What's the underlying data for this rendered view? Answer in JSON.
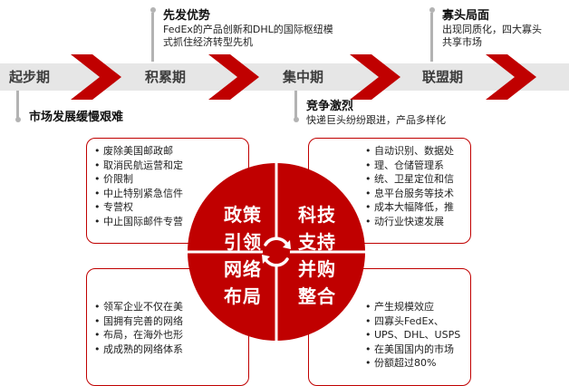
{
  "stages": [
    "起步期",
    "积累期",
    "集中期",
    "联盟期"
  ],
  "annotations": {
    "advantage": {
      "title": "先发优势",
      "lines": [
        "FedEx的产品创新和DHL的国际枢纽模",
        "式抓住经济转型先机"
      ]
    },
    "peak": {
      "title": "寡头局面",
      "lines": [
        "出现同质化，四大寡头",
        "共享市场"
      ]
    },
    "slow": {
      "title": "市场发展缓慢艰难",
      "lines": []
    },
    "competition": {
      "title": "竞争激烈",
      "lines": [
        "快递巨头纷纷跟进，产品多样化"
      ]
    }
  },
  "boxes": {
    "policy": [
      "废除美国邮政邮",
      "取消民航运营和定",
      "价限制",
      "中止特别紧急信件",
      "专营权",
      "中止国际邮件专营"
    ],
    "tech": [
      "自动识别、数据处",
      "理、仓储管理系",
      "统、卫星定位和信",
      "息平台服务等技术",
      "成本大幅降低，推",
      "动行业快速发展"
    ],
    "network": [
      "领军企业不仅在美",
      "国拥有完善的网络",
      "布局，在海外也形",
      "成成熟的网络体系"
    ],
    "merger": [
      "产生规模效应",
      "四寡头FedEx、",
      "UPS、DHL、USPS",
      "在美国国内的市场",
      "份额超过80%"
    ]
  },
  "quadrants": {
    "policy": [
      "政策",
      "引领"
    ],
    "tech": [
      "科技",
      "支持"
    ],
    "network": [
      "网络",
      "布局"
    ],
    "merger": [
      "并购",
      "整合"
    ]
  },
  "colors": {
    "accent": "#c00000",
    "arrow_gray": "#e6e6e6",
    "bar_gray": "#b3b3b3"
  }
}
